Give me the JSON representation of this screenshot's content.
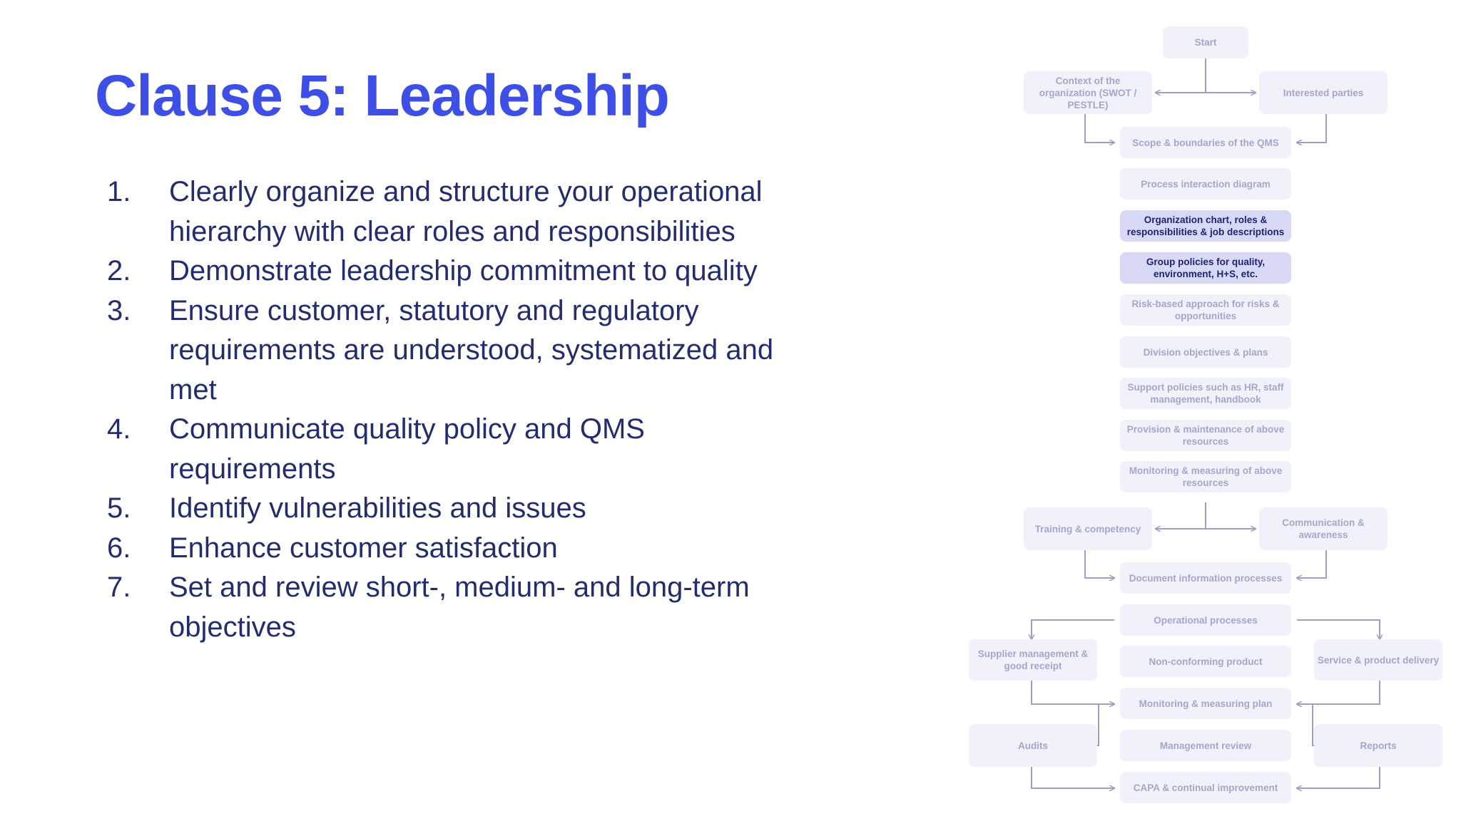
{
  "slide": {
    "title": "Clause 5: Leadership",
    "items": [
      {
        "num": "1.",
        "text": "Clearly organize and structure your operational hierarchy with clear roles and responsibilities"
      },
      {
        "num": "2.",
        "text": "Demonstrate leadership commitment to quality"
      },
      {
        "num": "3.",
        "text": "Ensure customer, statutory and regulatory requirements are understood, systematized and met"
      },
      {
        "num": "4.",
        "text": "Communicate quality policy and QMS requirements"
      },
      {
        "num": "5.",
        "text": "Identify vulnerabilities and issues"
      },
      {
        "num": "6.",
        "text": "Enhance customer satisfaction"
      },
      {
        "num": "7.",
        "text": "Set and review short-, medium- and long-term objectives"
      }
    ]
  },
  "flowchart": {
    "colors": {
      "node": "#f0f1fb",
      "node_text": "#a4a7c6",
      "highlight": "#d7d9f7",
      "highlight_text": "#1f2370",
      "connector": "#9da0c4"
    },
    "nodes": {
      "start": "Start",
      "context": "Context of the organization (SWOT / PESTLE)",
      "interested": "Interested parties",
      "scope": "Scope & boundaries of the QMS",
      "process": "Process interaction diagram",
      "org": "Organization chart, roles & responsibilities & job descriptions",
      "policies": "Group policies for quality, environment, H+S, etc.",
      "risk": "Risk-based approach for risks & opportunities",
      "division": "Division objectives & plans",
      "support": "Support policies such as HR, staff management, handbook",
      "provision": "Provision & maintenance of above resources",
      "monitoring_res": "Monitoring & measuring of above resources",
      "training": "Training & competency",
      "communication": "Communication & awareness",
      "document": "Document information processes",
      "operational": "Operational processes",
      "supplier": "Supplier management & good receipt",
      "nonconforming": "Non-conforming product",
      "service": "Service & product delivery",
      "monitoring_plan": "Monitoring & measuring plan",
      "audits": "Audits",
      "management": "Management review",
      "reports": "Reports",
      "capa": "CAPA & continual improvement"
    }
  }
}
